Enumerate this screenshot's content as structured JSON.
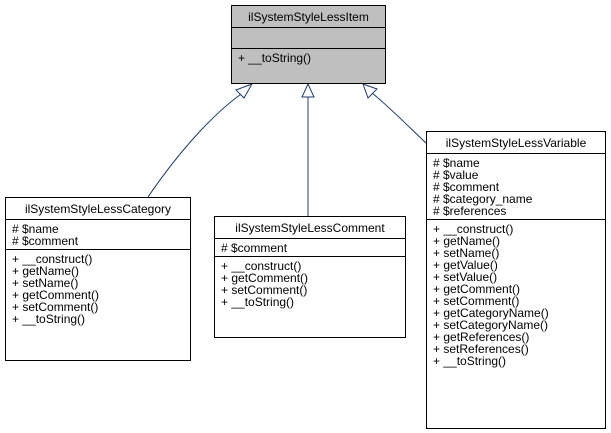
{
  "diagram": {
    "base": {
      "name": "ilSystemStyleLessItem",
      "attributes": [],
      "operations": [
        "+ __toString()"
      ]
    },
    "category": {
      "name": "ilSystemStyleLessCategory",
      "attributes": [
        "# $name",
        "# $comment"
      ],
      "operations": [
        "+ __construct()",
        "+ getName()",
        "+ setName()",
        "+ getComment()",
        "+ setComment()",
        "+ __toString()"
      ]
    },
    "comment": {
      "name": "ilSystemStyleLessComment",
      "attributes": [
        "# $comment"
      ],
      "operations": [
        "+ __construct()",
        "+ getComment()",
        "+ setComment()",
        "+ __toString()"
      ]
    },
    "variable": {
      "name": "ilSystemStyleLessVariable",
      "attributes": [
        "# $name",
        "# $value",
        "# $comment",
        "# $category_name",
        "# $references"
      ],
      "operations": [
        "+ __construct()",
        "+ getName()",
        "+ setName()",
        "+ getValue()",
        "+ setValue()",
        "+ getComment()",
        "+ setComment()",
        "+ getCategoryName()",
        "+ setCategoryName()",
        "+ getReferences()",
        "+ setReferences()",
        "+ __toString()"
      ]
    },
    "colors": {
      "base_fill": "#bfbfbf",
      "class_fill": "#ffffff",
      "edge": "#1f3b6b"
    }
  }
}
